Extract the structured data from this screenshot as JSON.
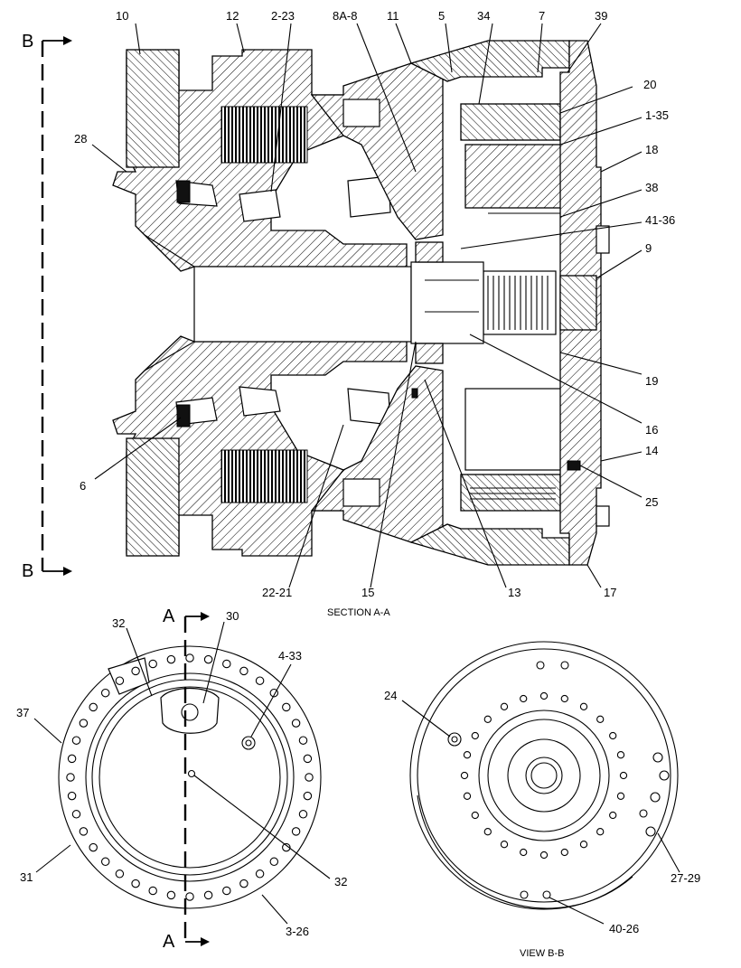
{
  "section_a_a": {
    "caption": "SECTION A-A",
    "plane_marker": "B",
    "callouts": {
      "c10": "10",
      "c12": "12",
      "c2_23": "2-23",
      "c8a_8": "8A-8",
      "c11": "11",
      "c5": "5",
      "c34": "34",
      "c7": "7",
      "c39": "39",
      "c20": "20",
      "c1_35": "1-35",
      "c18": "18",
      "c38": "38",
      "c41_36": "41-36",
      "c9": "9",
      "c19": "19",
      "c16": "16",
      "c14": "14",
      "c25": "25",
      "c17": "17",
      "c13": "13",
      "c15": "15",
      "c22_21": "22-21",
      "c6": "6",
      "c28": "28"
    }
  },
  "front_view": {
    "plane_marker": "A",
    "callouts": {
      "c32a": "32",
      "c30": "30",
      "c4_33": "4-33",
      "c37": "37",
      "c31": "31",
      "c32b": "32",
      "c3_26": "3-26"
    }
  },
  "view_b_b": {
    "caption": "VIEW B-B",
    "callouts": {
      "c24": "24",
      "c27_29": "27-29",
      "c40_26": "40-26"
    }
  },
  "colors": {
    "line": "#000000",
    "background": "#ffffff"
  }
}
